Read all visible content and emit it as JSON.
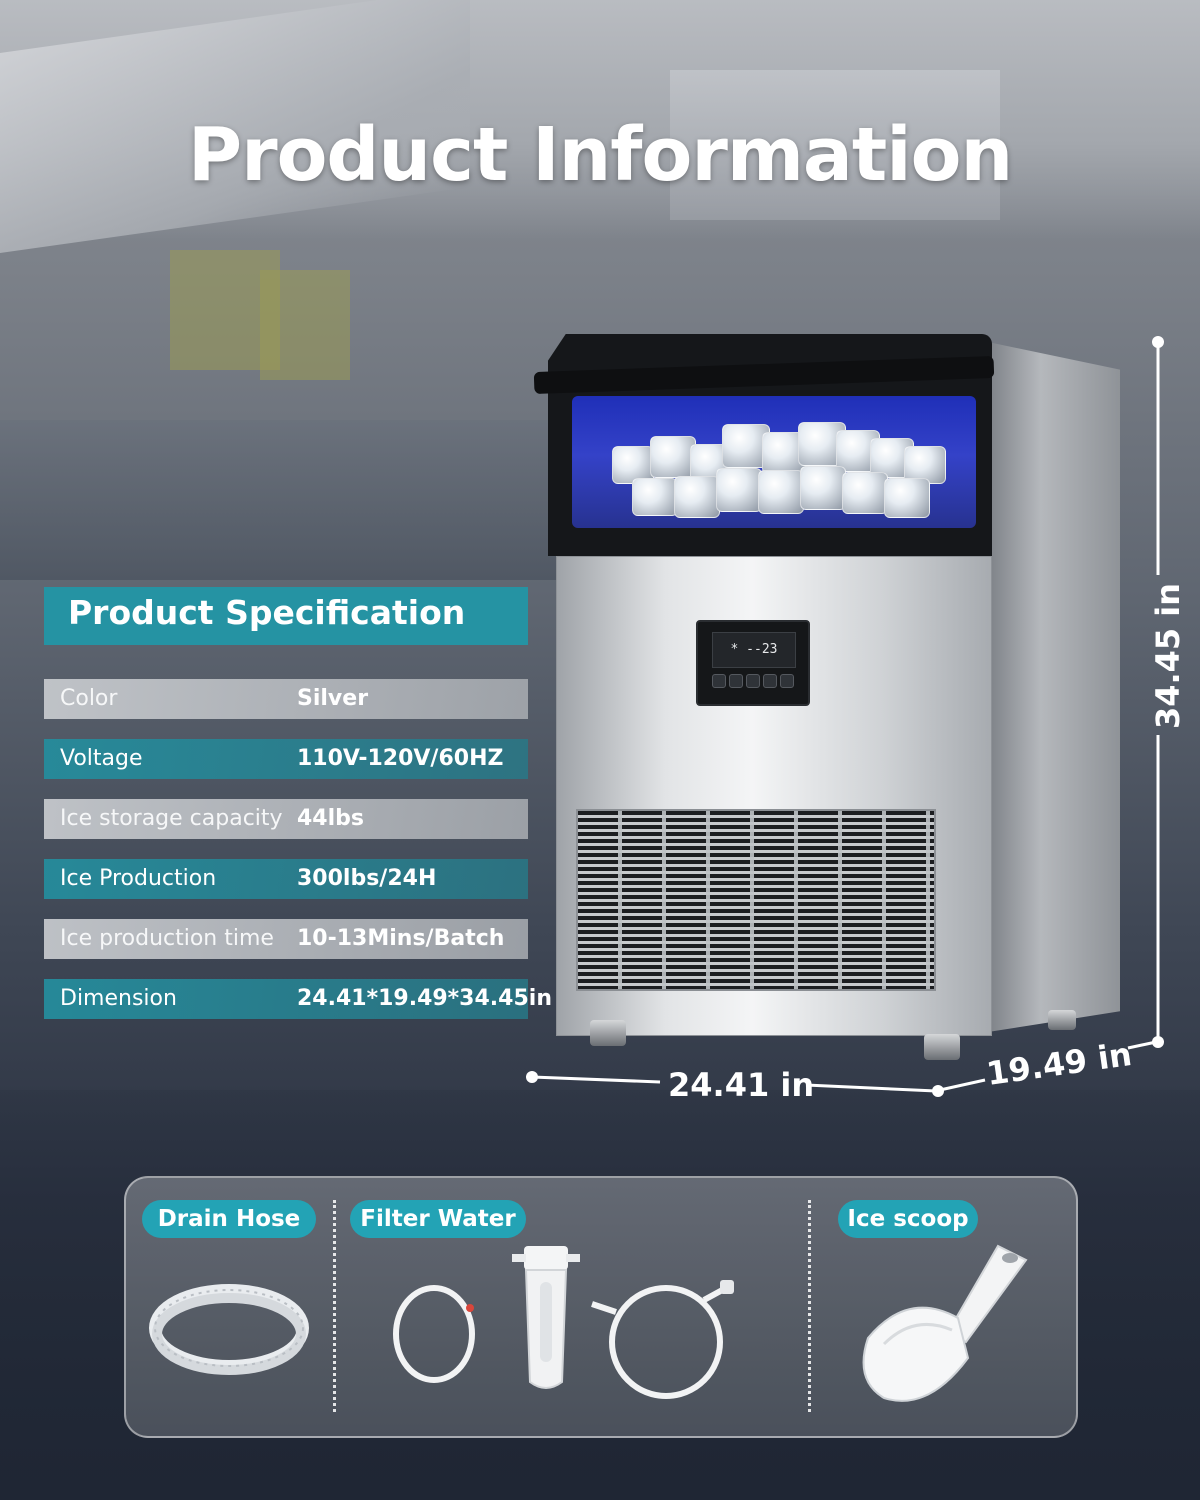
{
  "page": {
    "title": "Product Information"
  },
  "specification": {
    "heading": "Product Specification",
    "rows": [
      {
        "label": "Color",
        "value": "Silver"
      },
      {
        "label": "Voltage",
        "value": "110V-120V/60HZ"
      },
      {
        "label": "Ice storage capacity",
        "value": "44lbs"
      },
      {
        "label": "Ice Production",
        "value": "300lbs/24H"
      },
      {
        "label": "Ice production time",
        "value": "10-13Mins/Batch"
      },
      {
        "label": "Dimension",
        "value": "24.41*19.49*34.45in"
      }
    ]
  },
  "dimensions": {
    "height": "34.45 in",
    "width": "24.41 in",
    "depth": "19.49 in"
  },
  "machine": {
    "display_reading": "* --23"
  },
  "accessories": [
    {
      "label": "Drain Hose",
      "icon": "drain-hose-icon"
    },
    {
      "label": "Filter Water",
      "icon": "water-filter-icon"
    },
    {
      "label": "Ice scoop",
      "icon": "ice-scoop-icon"
    }
  ],
  "colors": {
    "accent_teal": "#2593a3",
    "pill_teal": "#23a3b5",
    "text_white": "#ffffff"
  }
}
